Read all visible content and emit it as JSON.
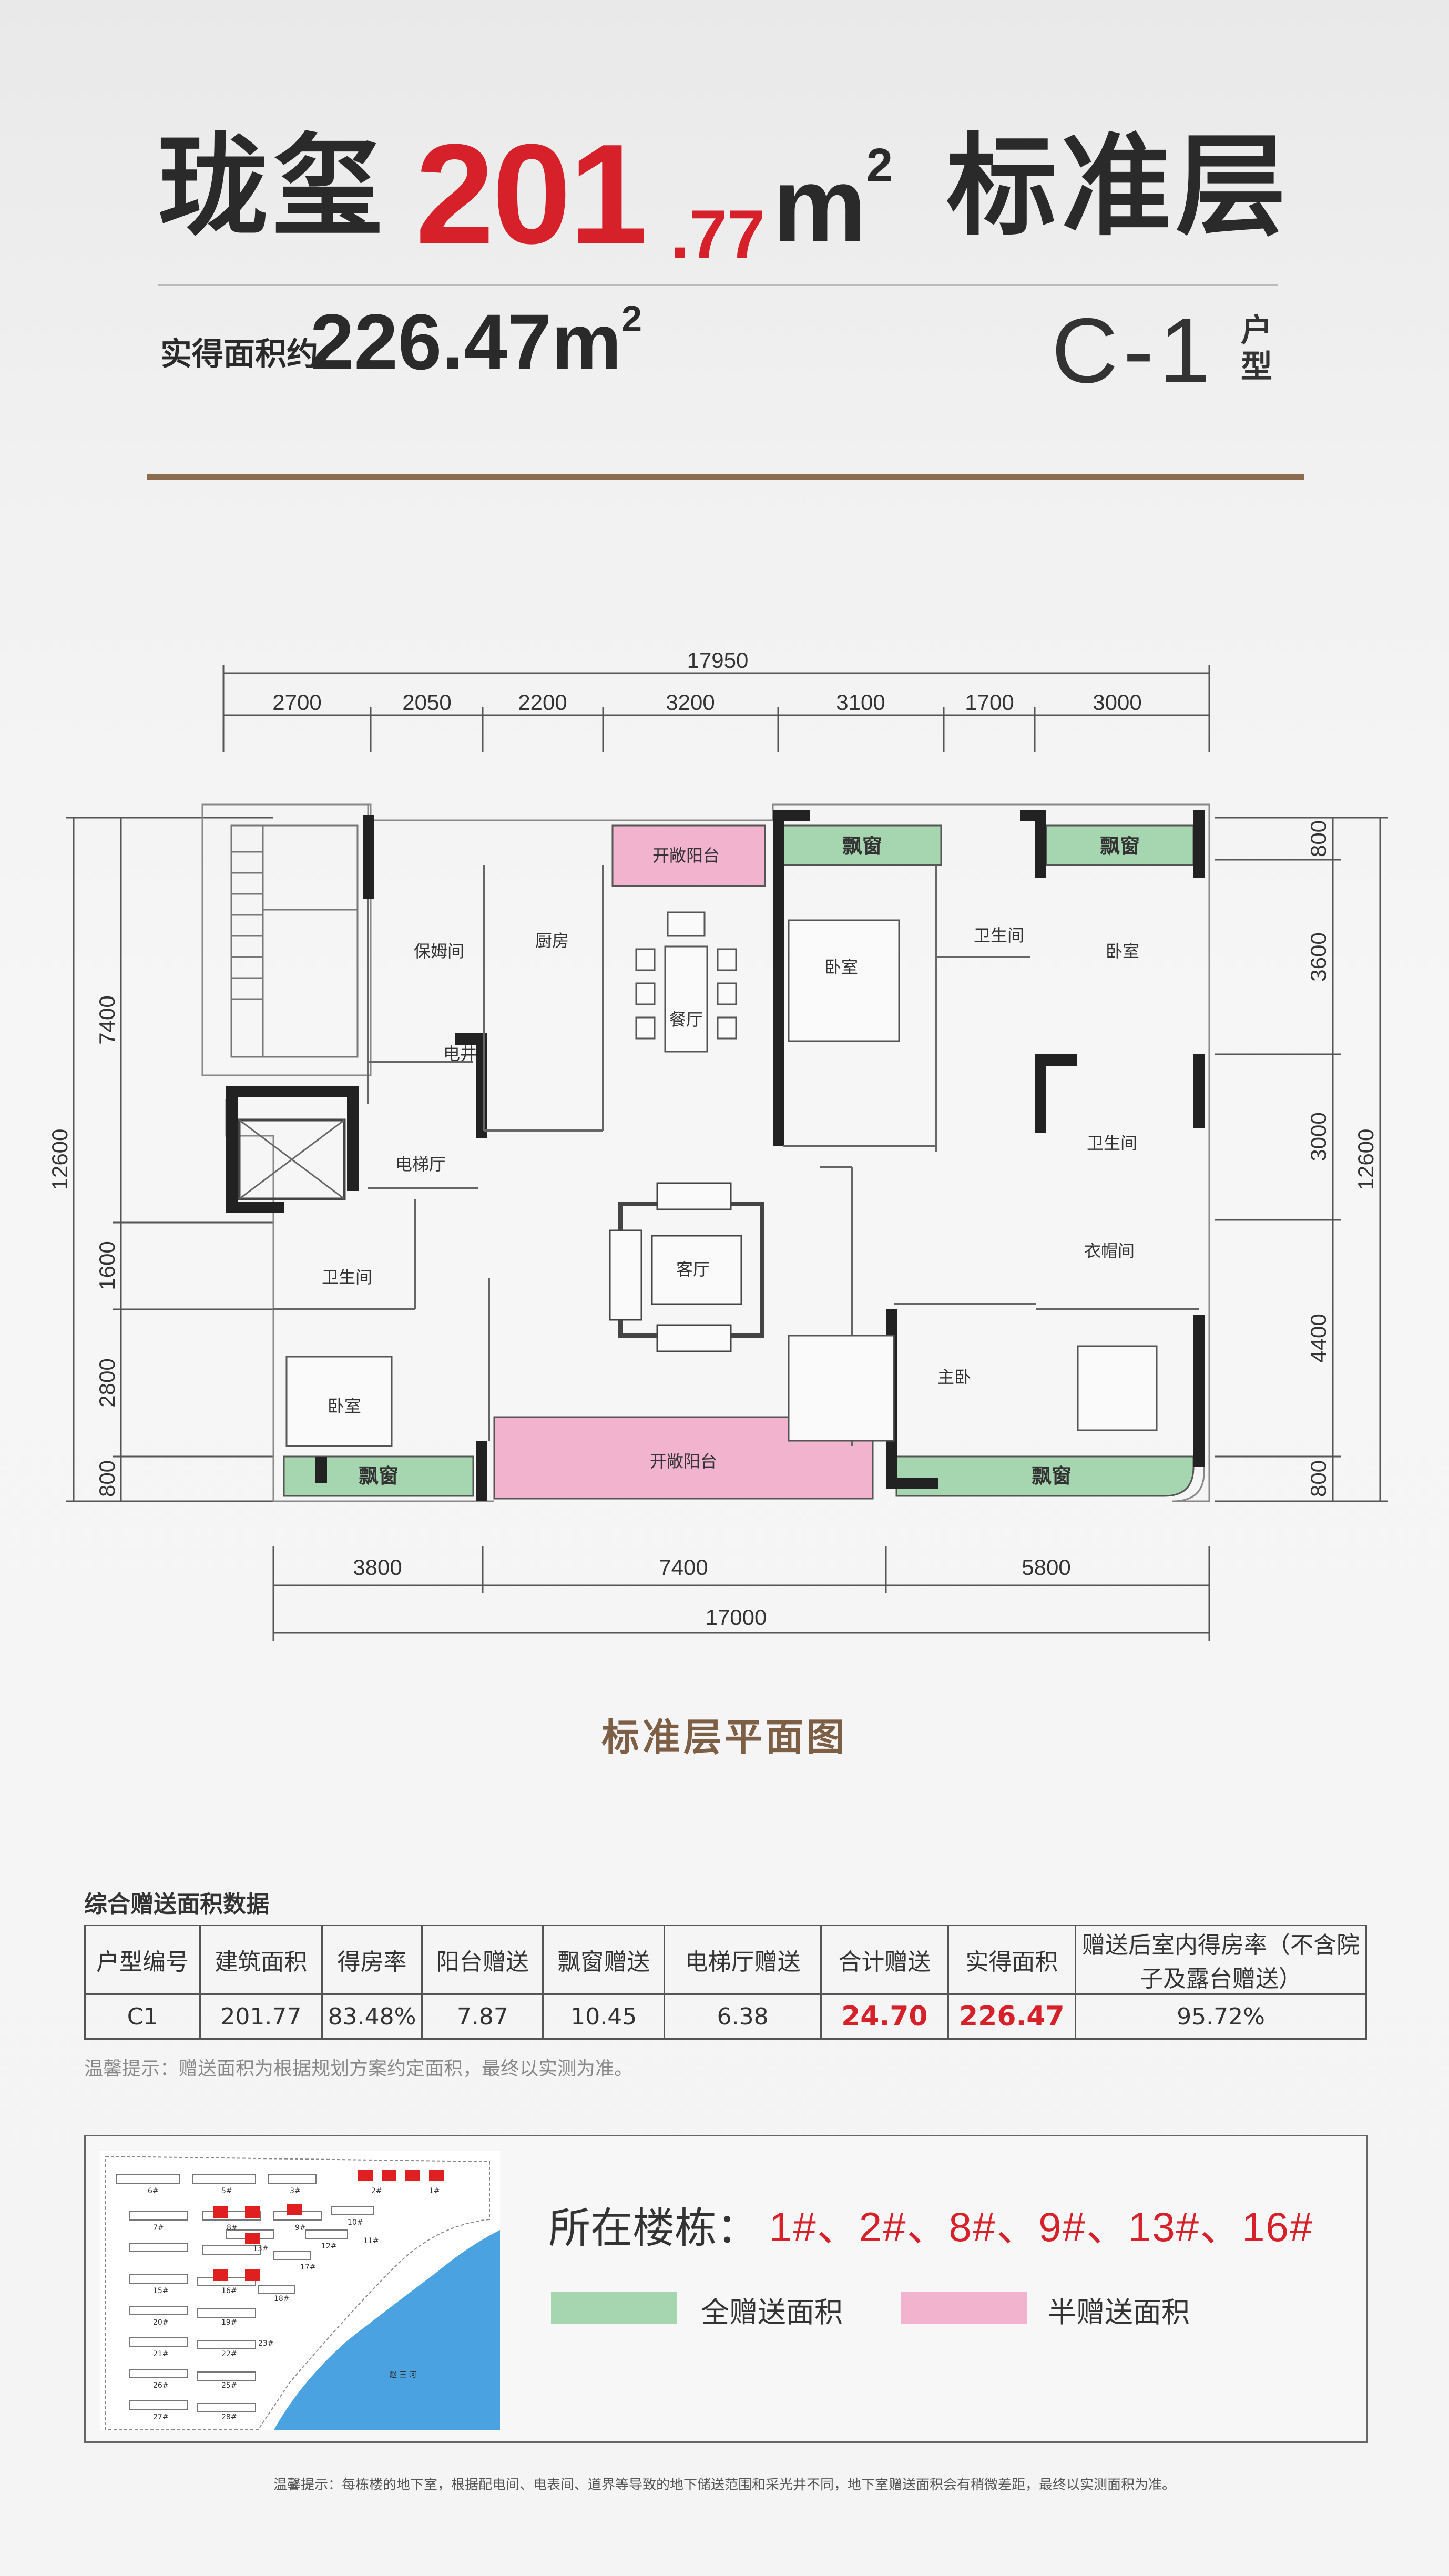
{
  "header": {
    "title_prefix": "珑玺",
    "title_area_int": "201",
    "title_area_dec": ".77",
    "title_area_unit": "m",
    "title_area_unit_sup": "2",
    "title_suffix": "标准层",
    "actual_label": "实得面积约",
    "actual_value": "226.47m",
    "actual_value_sup": "2",
    "unit_code": "C-1",
    "unit_suffix": "户型"
  },
  "floorplan": {
    "top_total": "17950",
    "top_dims": [
      "2700",
      "2050",
      "2200",
      "3200",
      "3100",
      "1700",
      "3000"
    ],
    "bottom_dims": [
      "3800",
      "7400",
      "5800"
    ],
    "bottom_total": "17000",
    "left_dims": [
      "7400",
      "1600",
      "2800",
      "800"
    ],
    "left_total": "12600",
    "right_dims": [
      "800",
      "3600",
      "3000",
      "4400",
      "800"
    ],
    "right_total": "12600",
    "rooms": {
      "nanny": "保姆间",
      "kitchen": "厨房",
      "open_balcony_top": "开敞阳台",
      "bay_window_1": "飘窗",
      "bay_window_2": "飘窗",
      "bedroom_1": "卧室",
      "bedroom_2": "卧室",
      "bathroom_1": "卫生间",
      "dining": "餐厅",
      "elec_shaft": "电井",
      "elevator_hall": "电梯厅",
      "bathroom_2": "卫生间",
      "bathroom_3": "卫生间",
      "living": "客厅",
      "cloakroom": "衣帽间",
      "master_bedroom": "主卧",
      "bedroom_3": "卧室",
      "bay_window_3": "飘窗",
      "open_balcony_bottom": "开敞阳台",
      "bay_window_4": "飘窗"
    },
    "caption": "标准层平面图"
  },
  "table": {
    "title": "综合赠送面积数据",
    "headers": [
      "户型编号",
      "建筑面积",
      "得房率",
      "阳台赠送",
      "飘窗赠送",
      "电梯厅赠送",
      "合计赠送",
      "实得面积",
      "赠送后室内得房率（不含院子及露台赠送）"
    ],
    "row": [
      "C1",
      "201.77",
      "83.48%",
      "7.87",
      "10.45",
      "6.38",
      "24.70",
      "226.47",
      "95.72%"
    ],
    "note": "温馨提示：赠送面积为根据规划方案约定面积，最终以实测为准。"
  },
  "site": {
    "building_label": "所在楼栋：",
    "building_list": "1#、2#、8#、9#、13#、16#",
    "map_labels": [
      "6#",
      "5#",
      "3#",
      "2#",
      "1#",
      "7#",
      "8#",
      "9#",
      "10#",
      "13#",
      "12#",
      "11#",
      "17#",
      "15#",
      "16#",
      "18#",
      "20#",
      "19#",
      "21#",
      "22#",
      "23#",
      "26#",
      "25#",
      "27#",
      "28#"
    ],
    "river_label": "赵 王 河",
    "legend": [
      {
        "label": "全赠送面积",
        "color": "#a6d6b0"
      },
      {
        "label": "半赠送面积",
        "color": "#f2b3cf"
      }
    ]
  },
  "footer": {
    "note": "温馨提示：每栋楼的地下室，根据配电间、电表间、道界等导致的地下储送范围和采光井不同，地下室赠送面积会有稍微差距，最终以实测面积为准。"
  }
}
